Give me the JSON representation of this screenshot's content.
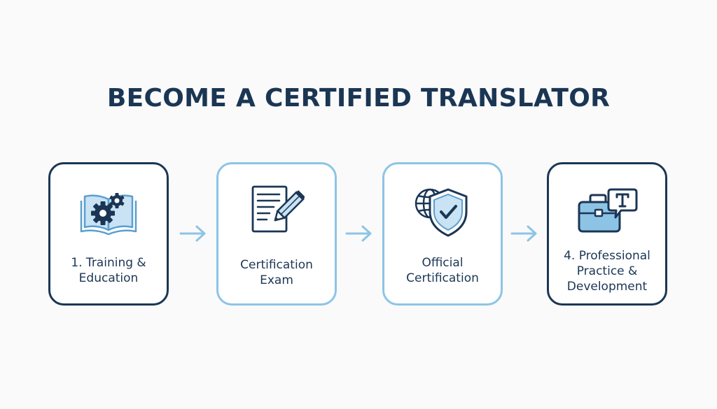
{
  "title": "BECOME A CERTIFIED TRANSLATOR",
  "colors": {
    "dark": "#1b3654",
    "light": "#8dc4e6",
    "accent_fill": "#c9e2f4",
    "background": "#fafafa"
  },
  "steps": [
    {
      "lines": [
        "1. Training &",
        "Education"
      ],
      "icon": "book-gears-icon",
      "border": "dark"
    },
    {
      "lines": [
        "Certification",
        "Exam"
      ],
      "icon": "document-pencil-icon",
      "border": "light"
    },
    {
      "lines": [
        "Official",
        "Certification"
      ],
      "icon": "globe-shield-check-icon",
      "border": "light"
    },
    {
      "lines": [
        "4. Professional",
        "Practice &",
        "Development"
      ],
      "icon": "briefcase-speech-bubble-icon",
      "border": "dark"
    }
  ]
}
